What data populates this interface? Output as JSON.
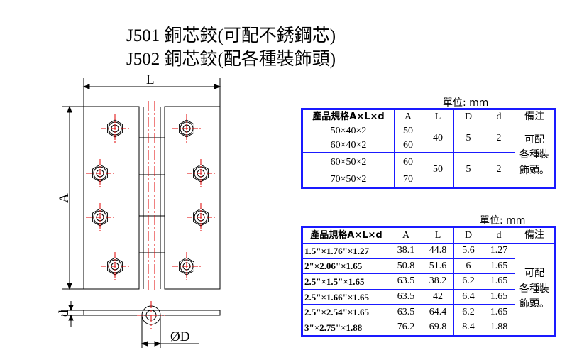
{
  "titles": {
    "line1": "J501 銅芯鉸(可配不銹鋼芯)",
    "line2": "J502 銅芯鉸(配各種裝飾頭)"
  },
  "drawing": {
    "label_L": "L",
    "label_A": "A",
    "label_d": "d",
    "label_D": "ØD"
  },
  "table1": {
    "unit": "單位:  mm",
    "headers": [
      "產品規格A×L×d",
      "A",
      "L",
      "D",
      "d",
      "備注"
    ],
    "rows": [
      {
        "size": "50×40×2",
        "A": "50"
      },
      {
        "size": "60×40×2",
        "A": "60"
      },
      {
        "size": "60×50×2",
        "A": "60"
      },
      {
        "size": "70×50×2",
        "A": "70"
      }
    ],
    "groups": [
      {
        "L": "40",
        "D": "5",
        "d": "2"
      },
      {
        "L": "50",
        "D": "5",
        "d": "2"
      }
    ],
    "note": "可配\n各種裝\n飾頭。"
  },
  "table2": {
    "unit": "單位:  mm",
    "headers": [
      "產品規格A×L×d",
      "A",
      "L",
      "D",
      "d",
      "備注"
    ],
    "rows": [
      {
        "size": "1.5\"×1.76\"×1.27",
        "A": "38.1",
        "L": "44.8",
        "D": "5.6",
        "d": "1.27"
      },
      {
        "size": "2\"×2.06\"×1.65",
        "A": "50.8",
        "L": "51.6",
        "D": "6",
        "d": "1.65"
      },
      {
        "size": "2.5\"×1.5\"×1.65",
        "A": "63.5",
        "L": "38.2",
        "D": "6.2",
        "d": "1.65"
      },
      {
        "size": "2.5\"×1.66\"×1.65",
        "A": "63.5",
        "L": "42",
        "D": "6.4",
        "d": "1.65"
      },
      {
        "size": "2.5\"×2.54\"×1.65",
        "A": "63.5",
        "L": "64.4",
        "D": "6.2",
        "d": "1.65"
      },
      {
        "size": "3\"×2.75\"×1.88",
        "A": "76.2",
        "L": "69.8",
        "D": "8.4",
        "d": "1.88"
      }
    ],
    "note": "可配\n各種裝\n飾頭。"
  }
}
